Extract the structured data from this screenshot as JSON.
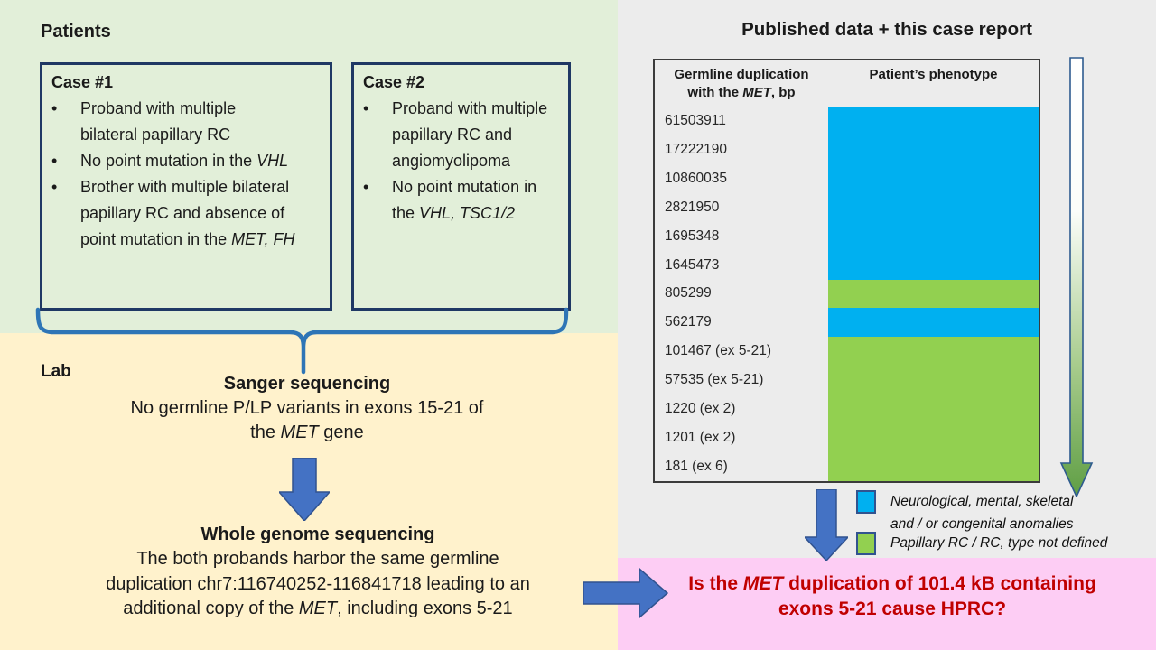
{
  "colors": {
    "patients_panel_bg": "#E2EFD9",
    "lab_panel_bg": "#FFF2CC",
    "published_panel_bg": "#ECECEC",
    "question_panel_bg": "#FDCDF4",
    "case_box_border": "#1F3864",
    "brace_blue": "#2E75B6",
    "arrow_blue": "#4472C4",
    "phenotype_blue": "#00B0F0",
    "phenotype_green": "#92D050",
    "question_red": "#C00000"
  },
  "patients": {
    "heading": "Patients",
    "case1": {
      "title": "Case #1",
      "bullet_glyph": "•",
      "bullets": [
        {
          "runs": [
            {
              "t": "Proband with multiple bilateral papillary RC"
            }
          ]
        },
        {
          "runs": [
            {
              "t": "No point mutation in the "
            },
            {
              "t": "VHL",
              "i": true
            }
          ]
        },
        {
          "runs": [
            {
              "t": "Brother with multiple bilateral papillary RC and absence of point mutation in the "
            },
            {
              "t": "MET, FH",
              "i": true
            }
          ]
        }
      ]
    },
    "case2": {
      "title": "Case #2",
      "bullet_glyph": "•",
      "bullets": [
        {
          "runs": [
            {
              "t": "Proband with multiple papillary RC and angiomyolipoma"
            }
          ]
        },
        {
          "runs": [
            {
              "t": "No point mutation in the "
            },
            {
              "t": "VHL, TSC1/2",
              "i": true
            }
          ]
        }
      ]
    }
  },
  "lab": {
    "heading": "Lab",
    "sanger": {
      "title": "Sanger sequencing",
      "line1": "No germline P/LP variants in exons 15-21 of",
      "line2_runs": [
        {
          "t": "the "
        },
        {
          "t": "MET",
          "i": true
        },
        {
          "t": " gene"
        }
      ]
    },
    "wgs": {
      "title": "Whole genome sequencing",
      "line1": "The both probands harbor the same germline",
      "line2": "duplication chr7:116740252-116841718 leading to an",
      "line3_runs": [
        {
          "t": "additional copy of the "
        },
        {
          "t": "MET",
          "i": true
        },
        {
          "t": ", including exons 5-21"
        }
      ]
    }
  },
  "published": {
    "heading": "Published data + this case report",
    "table": {
      "col1_header_line1": "Germline duplication",
      "col1_header_line2_runs": [
        {
          "t": "with the "
        },
        {
          "t": "MET",
          "i": true
        },
        {
          "t": ", bp"
        }
      ],
      "col2_header": "Patient’s phenotype",
      "rows": [
        {
          "label": "61503911",
          "phenotype": "blue"
        },
        {
          "label": "17222190",
          "phenotype": "blue"
        },
        {
          "label": "10860035",
          "phenotype": "blue"
        },
        {
          "label": "2821950",
          "phenotype": "blue"
        },
        {
          "label": "1695348",
          "phenotype": "blue"
        },
        {
          "label": "1645473",
          "phenotype": "blue"
        },
        {
          "label": "805299",
          "phenotype": "green"
        },
        {
          "label": "562179",
          "phenotype": "blue"
        },
        {
          "label": "101467 (ex 5-21)",
          "phenotype": "green"
        },
        {
          "label": "57535 (ex 5-21)",
          "phenotype": "green"
        },
        {
          "label": "1220 (ex 2)",
          "phenotype": "green"
        },
        {
          "label": "1201 (ex 2)",
          "phenotype": "green"
        },
        {
          "label": "181 (ex 6)",
          "phenotype": "green"
        }
      ]
    },
    "legend": [
      {
        "pheno": "blue",
        "color": "#00B0F0",
        "line1": "Neurological, mental, skeletal",
        "line2": "and / or congenital anomalies"
      },
      {
        "pheno": "green",
        "color": "#92D050",
        "line1": "Papillary RC / RC, type not defined",
        "line2": ""
      }
    ]
  },
  "question": {
    "line1_runs": [
      {
        "t": "Is the "
      },
      {
        "t": "MET",
        "i": true
      },
      {
        "t": " duplication of 101.4 kB containing"
      }
    ],
    "line2": "exons 5-21 cause HPRC?"
  }
}
